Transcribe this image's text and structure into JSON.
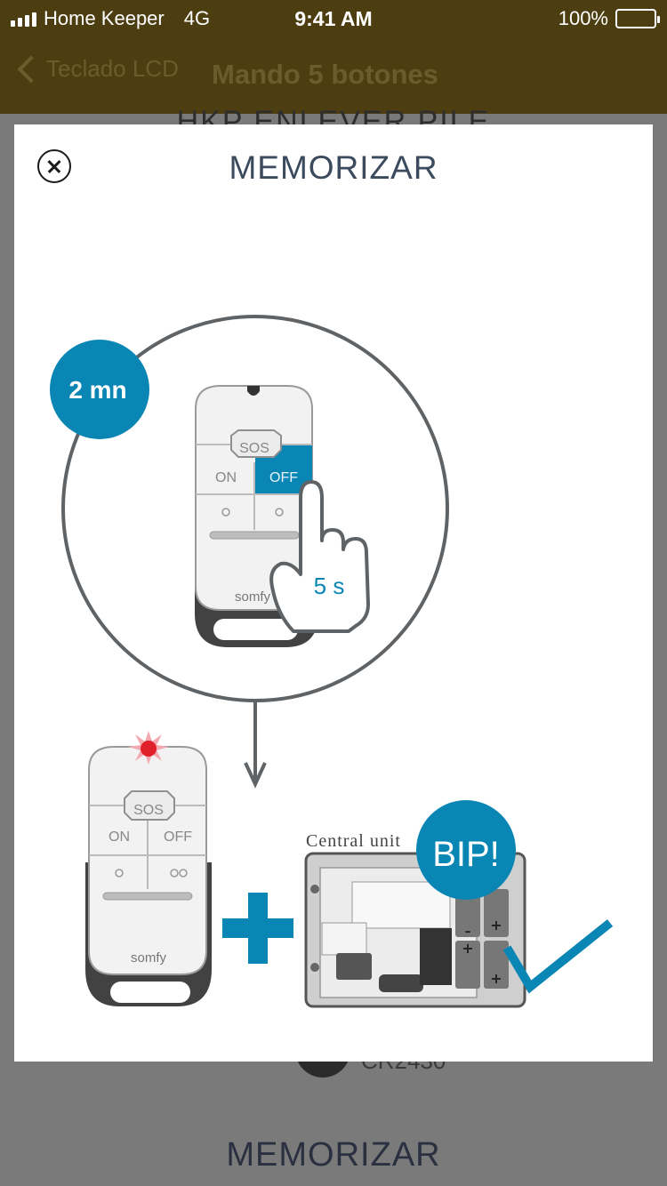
{
  "status_bar": {
    "carrier": "Home Keeper",
    "network": "4G",
    "time": "9:41 AM",
    "battery": "100%"
  },
  "nav": {
    "back_label": "Teclado LCD",
    "title": "Mando 5 botones"
  },
  "background": {
    "heading": "HKP ENLEVER PILE",
    "battery_label": "CR2430",
    "bottom_button": "MEMORIZAR"
  },
  "modal": {
    "title": "MEMORIZAR",
    "illustration": {
      "timer_badge": "2 mn",
      "hold_duration": "5 s",
      "remote_top": {
        "sos": "SOS",
        "on": "ON",
        "off": "OFF",
        "brand": "somfy"
      },
      "remote_bottom": {
        "sos": "SOS",
        "on": "ON",
        "off": "OFF",
        "brand": "somfy"
      },
      "central_unit_label": "Central unit",
      "beep_badge": "BIP!"
    }
  },
  "colors": {
    "accent_blue": "#0a86b4",
    "nav_bar": "#4d3e12",
    "overlay": "#7a7a7a",
    "led_red": "#e0202a"
  }
}
